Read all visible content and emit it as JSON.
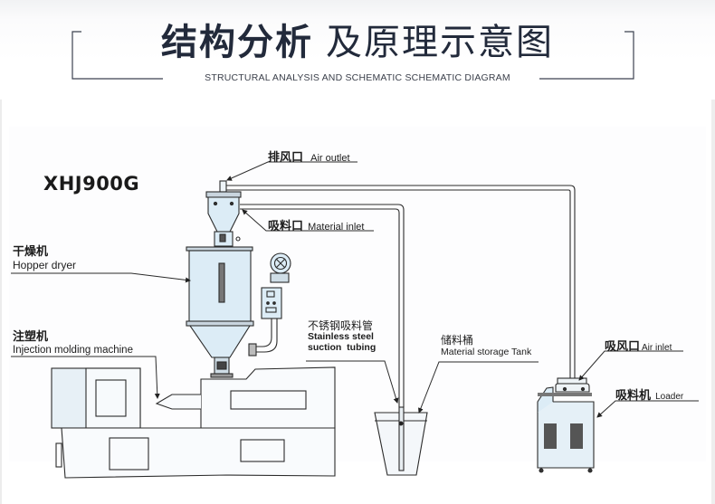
{
  "header": {
    "title_bold": "结构分析",
    "title_light": "及原理示意图",
    "subtitle": "STRUCTURAL ANALYSIS AND SCHEMATIC SCHEMATIC DIAGRAM"
  },
  "diagram": {
    "model": "XHJ900G",
    "colors": {
      "outline": "#2b2b2b",
      "fill_blue": "#dcecf6",
      "title": "#222a3b"
    },
    "labels": {
      "air_outlet": {
        "cn": "排风口",
        "en": "Air outlet"
      },
      "material_inlet": {
        "cn": "吸料口",
        "en": "Material inlet"
      },
      "hopper_dryer": {
        "cn": "干燥机",
        "en": "Hopper dryer"
      },
      "injection_molding": {
        "cn": "注塑机",
        "en": "Injection molding machine"
      },
      "suction_tubing": {
        "cn": "不锈钢吸料管",
        "en_line1": "Stainless steel",
        "en_line2": "suction  tubing"
      },
      "storage_tank": {
        "cn": "储料桶",
        "en": "Material storage Tank"
      },
      "air_inlet": {
        "cn": "吸风口",
        "en": "Air inlet"
      },
      "loader": {
        "cn": "吸料机",
        "en": "Loader"
      }
    }
  }
}
